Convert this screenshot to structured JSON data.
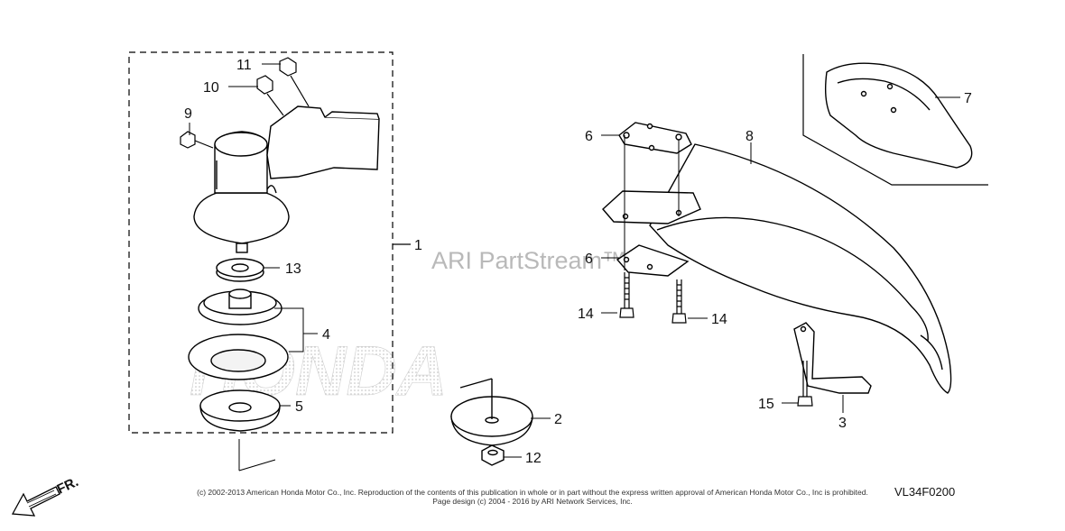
{
  "diagram": {
    "watermark": "ARI PartStream™",
    "logo_text": "HONDA",
    "diagram_code": "VL34F0200",
    "direction_label": "FR.",
    "callouts": {
      "c1": "1",
      "c2": "2",
      "c3": "3",
      "c4": "4",
      "c5": "5",
      "c6a": "6",
      "c6b": "6",
      "c7": "7",
      "c8": "8",
      "c9": "9",
      "c10": "10",
      "c11": "11",
      "c12": "12",
      "c13": "13",
      "c14a": "14",
      "c14b": "14",
      "c15": "15"
    }
  },
  "footer": {
    "copyright": "(c) 2002-2013 American Honda Motor Co., Inc. Reproduction of the contents of this publication in whole or in part without the express written approval of American Honda Motor Co., Inc is prohibited.",
    "page_design": "Page design (c) 2004 - 2016 by ARI Network Services, Inc."
  }
}
